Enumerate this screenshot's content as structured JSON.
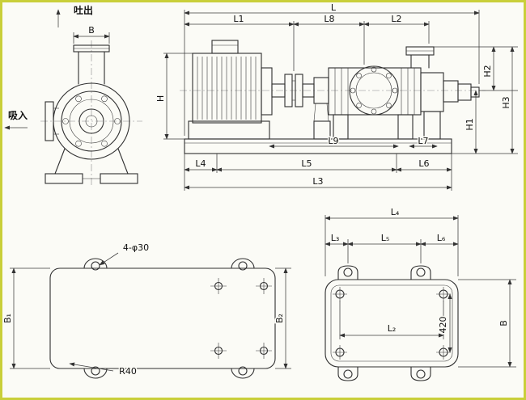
{
  "drawing": {
    "front_view": {
      "discharge": "吐出",
      "suction": "吸入",
      "dim_B": "B"
    },
    "side_view": {
      "dim_L": "L",
      "dim_L1": "L1",
      "dim_L8": "L8",
      "dim_L2": "L2",
      "dim_H": "H",
      "dim_H1": "H1",
      "dim_H2": "H2",
      "dim_H3": "H3",
      "dim_L9": "L9",
      "dim_L7": "L7",
      "dim_L4": "L4",
      "dim_L5": "L5",
      "dim_L6": "L6",
      "dim_L3": "L3"
    },
    "plate_view": {
      "holes": "4-φ30",
      "radius": "R40",
      "dim_B1": "B₁",
      "dim_B2": "B₂"
    },
    "foundation_view": {
      "dim_L4": "L₄",
      "dim_L3": "L₃",
      "dim_L5": "L₅",
      "dim_L6": "L₆",
      "dim_L2": "L₂",
      "dim_420": "420",
      "dim_B": "B"
    }
  }
}
